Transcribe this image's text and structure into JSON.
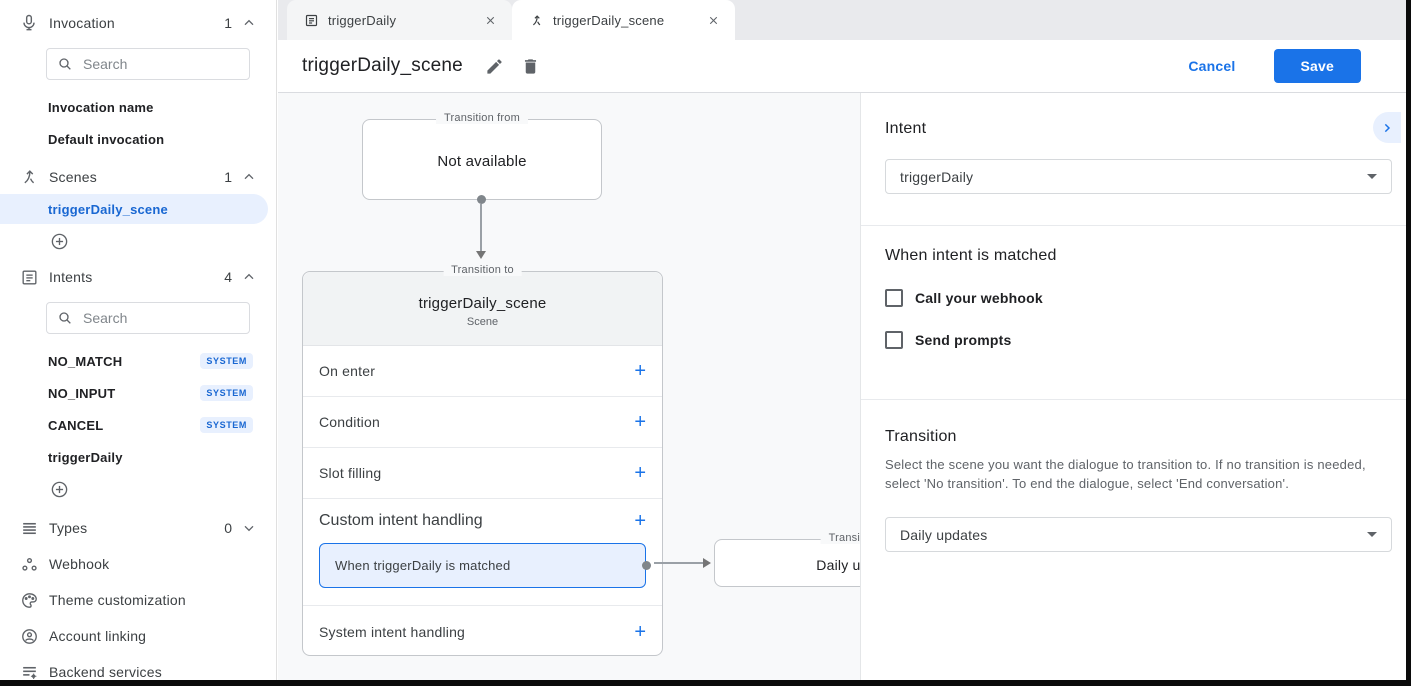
{
  "colors": {
    "accent": "#1a73e8",
    "accent_light": "#e8f0fe",
    "selected_text": "#1967d2",
    "canvas_bg": "#f8f9fa",
    "card_header_bg": "#f1f3f4",
    "tabstrip_bg": "#e9eaed"
  },
  "sidebar": {
    "invocation": {
      "label": "Invocation",
      "count": "1",
      "search_placeholder": "Search",
      "items": [
        {
          "label": "Invocation name"
        },
        {
          "label": "Default invocation"
        }
      ]
    },
    "scenes": {
      "label": "Scenes",
      "count": "1",
      "items": [
        {
          "label": "triggerDaily_scene"
        }
      ]
    },
    "intents": {
      "label": "Intents",
      "count": "4",
      "search_placeholder": "Search",
      "items": [
        {
          "label": "NO_MATCH",
          "badge": "SYSTEM"
        },
        {
          "label": "NO_INPUT",
          "badge": "SYSTEM"
        },
        {
          "label": "CANCEL",
          "badge": "SYSTEM"
        },
        {
          "label": "triggerDaily",
          "badge": ""
        }
      ]
    },
    "types": {
      "label": "Types",
      "count": "0"
    },
    "links": [
      {
        "label": "Webhook",
        "icon": "webhook-icon"
      },
      {
        "label": "Theme customization",
        "icon": "palette-icon"
      },
      {
        "label": "Account linking",
        "icon": "account-icon"
      },
      {
        "label": "Backend services",
        "icon": "backend-services-icon"
      }
    ]
  },
  "tabs": [
    {
      "label": "triggerDaily",
      "icon": "intent-icon",
      "active": false
    },
    {
      "label": "triggerDaily_scene",
      "icon": "scene-icon",
      "active": true
    }
  ],
  "header": {
    "title": "triggerDaily_scene",
    "cancel_label": "Cancel",
    "save_label": "Save"
  },
  "canvas": {
    "transition_from": {
      "legend": "Transition from",
      "content": "Not available"
    },
    "scene_card": {
      "legend": "Transition to",
      "title": "triggerDaily_scene",
      "subtitle": "Scene",
      "plus": "+",
      "rows": [
        {
          "label": "On enter"
        },
        {
          "label": "Condition"
        },
        {
          "label": "Slot filling"
        },
        {
          "label": "Custom intent handling",
          "child": "When triggerDaily is matched"
        },
        {
          "label": "System intent handling"
        }
      ]
    },
    "transition_target": {
      "legend": "Transition to",
      "content": "Daily updates"
    }
  },
  "panel": {
    "intent": {
      "heading": "Intent",
      "value": "triggerDaily"
    },
    "matched": {
      "heading": "When intent is matched",
      "checkboxes": [
        {
          "label": "Call your webhook",
          "checked": false
        },
        {
          "label": "Send prompts",
          "checked": false
        }
      ]
    },
    "transition": {
      "heading": "Transition",
      "description": "Select the scene you want the dialogue to transition to. If no transition is needed, select 'No transition'. To end the dialogue, select 'End conversation'.",
      "value": "Daily updates"
    }
  }
}
